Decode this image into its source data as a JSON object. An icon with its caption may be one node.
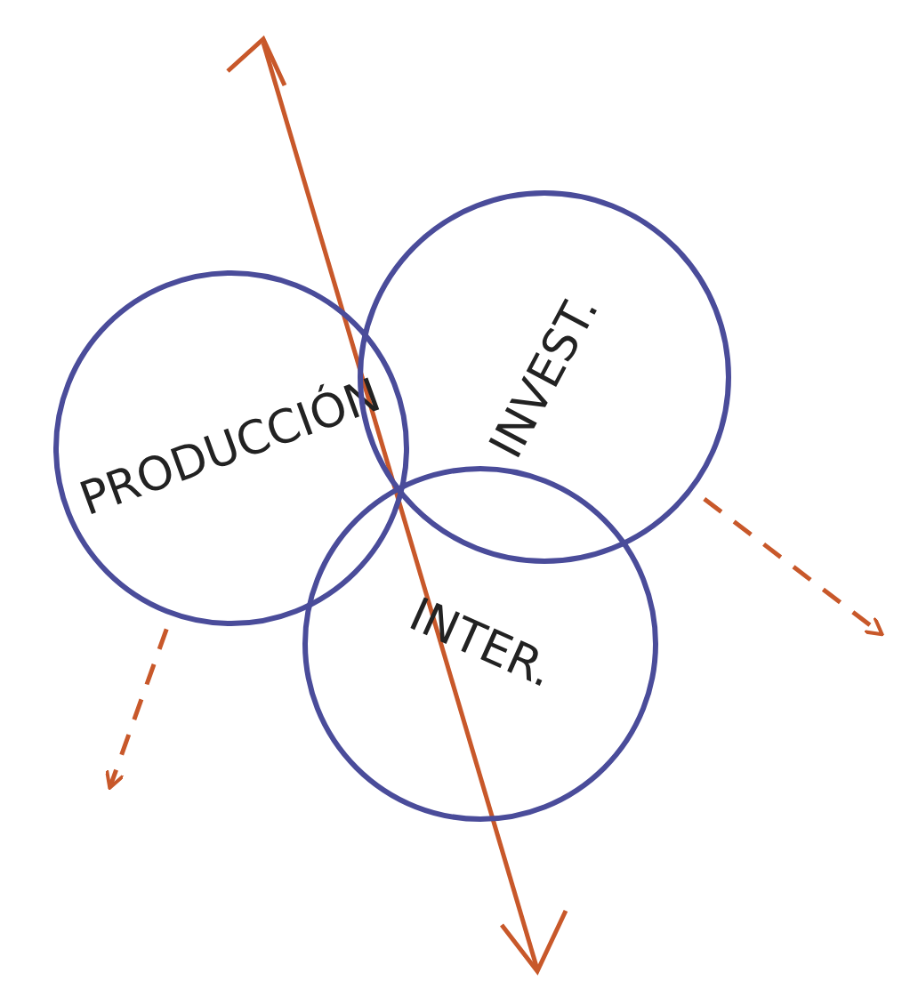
{
  "diagram": {
    "nodes": [
      {
        "text": [
          "PRODUCCIÓN"
        ]
      },
      {
        "text": [
          "INVEST."
        ]
      },
      {
        "text": [
          "INTER."
        ]
      }
    ],
    "edges": [
      {
        "from": 1,
        "to": null,
        "arrow": "to",
        "style": "dashed"
      },
      {
        "from": 0,
        "to": null,
        "arrow": "to",
        "style": "dashed"
      }
    ]
  }
}
